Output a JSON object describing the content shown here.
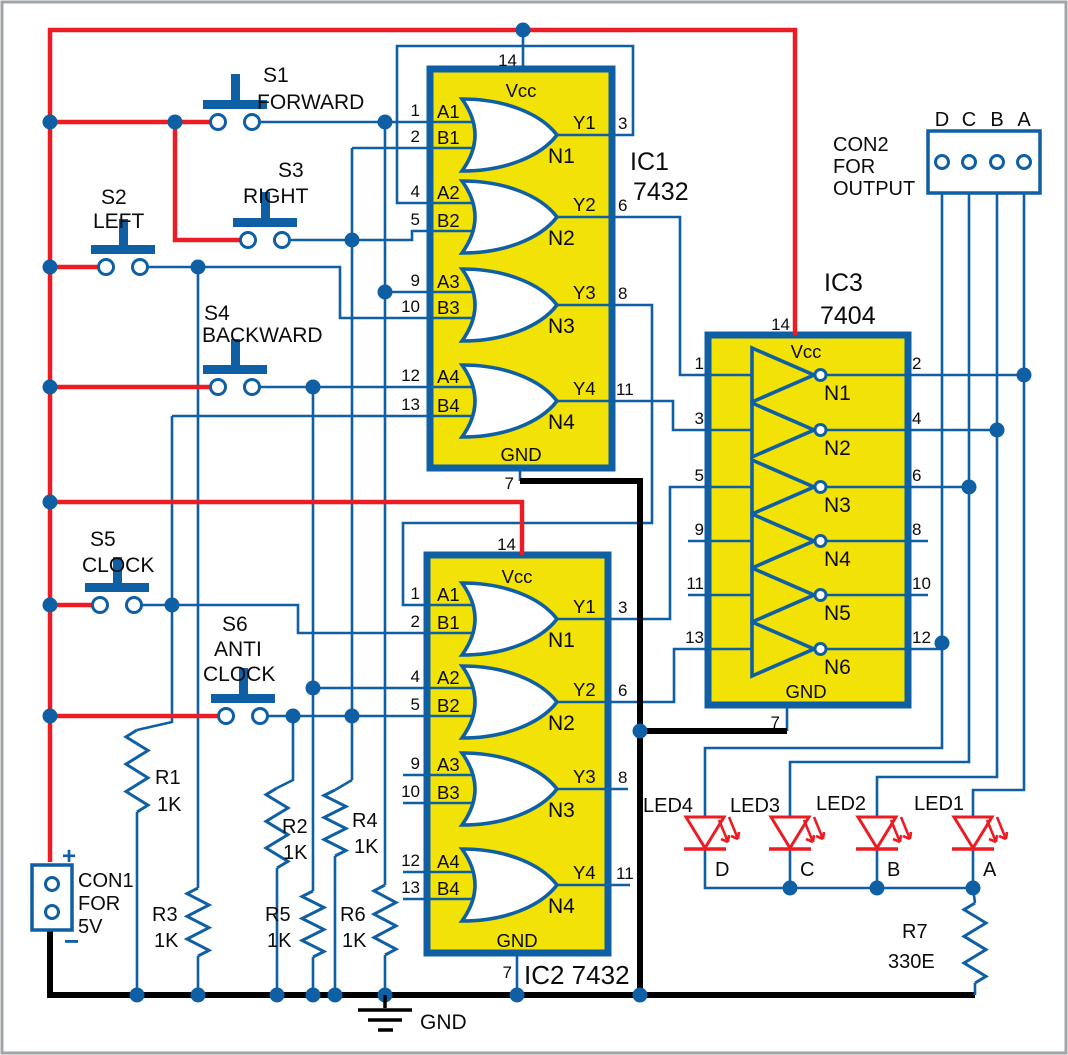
{
  "switches": {
    "s1": {
      "ref": "S1",
      "label": "FORWARD"
    },
    "s2": {
      "ref": "S2",
      "label": "LEFT"
    },
    "s3": {
      "ref": "S3",
      "label": "RIGHT"
    },
    "s4": {
      "ref": "S4",
      "label": "BACKWARD"
    },
    "s5": {
      "ref": "S5",
      "label": "CLOCK"
    },
    "s6": {
      "ref": "S6",
      "label_line1": "ANTI",
      "label_line2": "CLOCK"
    }
  },
  "ic1": {
    "ref": "IC1",
    "part": "7432",
    "vcc": "Vcc",
    "gnd": "GND",
    "pin_vcc": "14",
    "pin_gnd": "7",
    "gates": [
      {
        "name": "N1",
        "a": "A1",
        "b": "B1",
        "y": "Y1",
        "pa": "1",
        "pb": "2",
        "py": "3"
      },
      {
        "name": "N2",
        "a": "A2",
        "b": "B2",
        "y": "Y2",
        "pa": "4",
        "pb": "5",
        "py": "6"
      },
      {
        "name": "N3",
        "a": "A3",
        "b": "B3",
        "y": "Y3",
        "pa": "9",
        "pb": "10",
        "py": "8"
      },
      {
        "name": "N4",
        "a": "A4",
        "b": "B4",
        "y": "Y4",
        "pa": "12",
        "pb": "13",
        "py": "11"
      }
    ]
  },
  "ic2": {
    "ref": "IC2 7432",
    "vcc": "Vcc",
    "gnd": "GND",
    "pin_vcc": "14",
    "pin_gnd": "7",
    "gates": [
      {
        "name": "N1",
        "a": "A1",
        "b": "B1",
        "y": "Y1",
        "pa": "1",
        "pb": "2",
        "py": "3"
      },
      {
        "name": "N2",
        "a": "A2",
        "b": "B2",
        "y": "Y2",
        "pa": "4",
        "pb": "5",
        "py": "6"
      },
      {
        "name": "N3",
        "a": "A3",
        "b": "B3",
        "y": "Y3",
        "pa": "9",
        "pb": "10",
        "py": "8"
      },
      {
        "name": "N4",
        "a": "A4",
        "b": "B4",
        "y": "Y4",
        "pa": "12",
        "pb": "13",
        "py": "11"
      }
    ]
  },
  "ic3": {
    "ref": "IC3",
    "part": "7404",
    "vcc": "Vcc",
    "gnd": "GND",
    "pin_vcc": "14",
    "pin_gnd": "7",
    "inverters": [
      {
        "name": "N1",
        "pi": "1",
        "po": "2"
      },
      {
        "name": "N2",
        "pi": "3",
        "po": "4"
      },
      {
        "name": "N3",
        "pi": "5",
        "po": "6"
      },
      {
        "name": "N4",
        "pi": "9",
        "po": "8"
      },
      {
        "name": "N5",
        "pi": "11",
        "po": "10"
      },
      {
        "name": "N6",
        "pi": "13",
        "po": "12"
      }
    ]
  },
  "con1": {
    "ref": "CON1",
    "line2": "FOR",
    "line3": "5V",
    "plus": "+",
    "minus": "−"
  },
  "con2": {
    "line1": "CON2",
    "line2": "FOR",
    "line3": "OUTPUT",
    "pins": [
      "D",
      "C",
      "B",
      "A"
    ]
  },
  "resistors": [
    {
      "ref": "R1",
      "value": "1K"
    },
    {
      "ref": "R2",
      "value": "1K"
    },
    {
      "ref": "R3",
      "value": "1K"
    },
    {
      "ref": "R4",
      "value": "1K"
    },
    {
      "ref": "R5",
      "value": "1K"
    },
    {
      "ref": "R6",
      "value": "1K"
    },
    {
      "ref": "R7",
      "value": "330E"
    }
  ],
  "leds": [
    {
      "ref": "LED4",
      "net": "D"
    },
    {
      "ref": "LED3",
      "net": "C"
    },
    {
      "ref": "LED2",
      "net": "B"
    },
    {
      "ref": "LED1",
      "net": "A"
    }
  ],
  "ground_label": "GND",
  "colors": {
    "blue": "#0F5FA5",
    "red": "#EC1C24",
    "yellow": "#F2E205",
    "black": "#000000"
  }
}
